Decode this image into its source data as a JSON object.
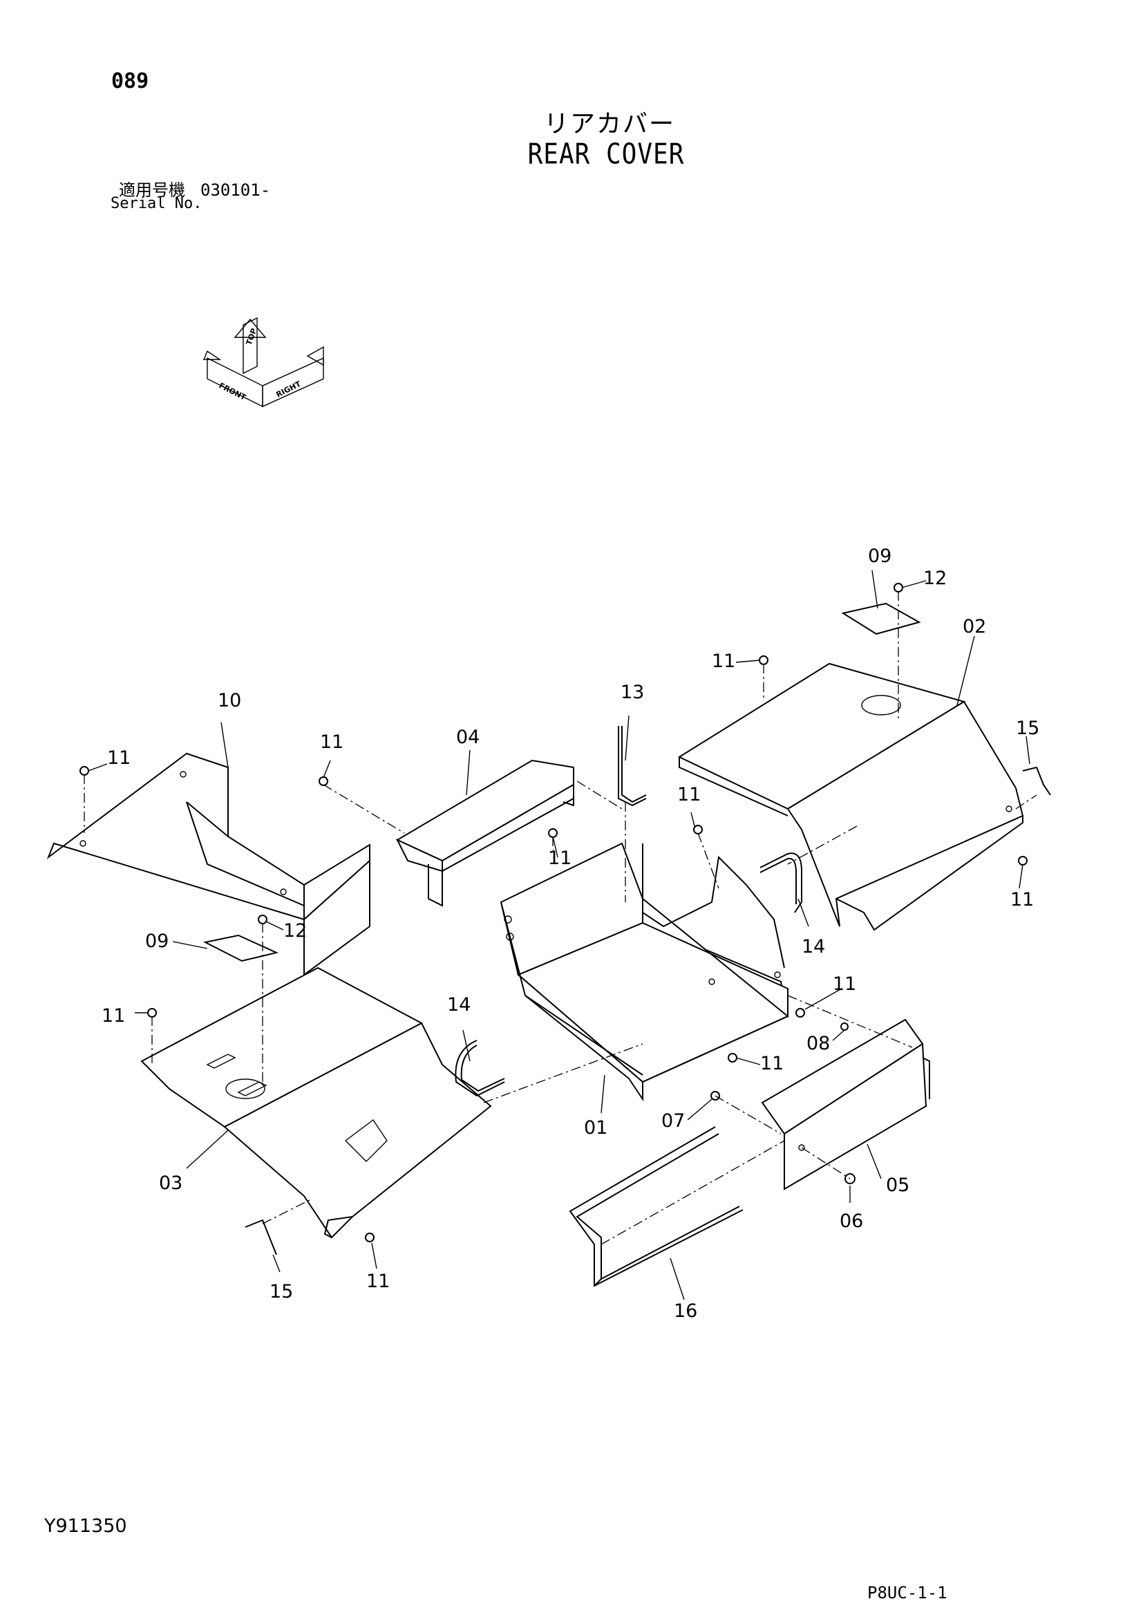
{
  "header": {
    "page_number": "089",
    "title_jp": "リアカバー",
    "title_en": "REAR COVER",
    "serial_label_jp": "適用号機",
    "serial_value": "030101-",
    "serial_label_en": "Serial No."
  },
  "orientation": {
    "top": "TOP",
    "front": "FRONT",
    "right": "RIGHT"
  },
  "callouts": {
    "c01": "01",
    "c02": "02",
    "c03": "03",
    "c04": "04",
    "c05": "05",
    "c06": "06",
    "c07": "07",
    "c08": "08",
    "c09a": "09",
    "c09b": "09",
    "c10": "10",
    "c11a": "11",
    "c11b": "11",
    "c11c": "11",
    "c11d": "11",
    "c11e": "11",
    "c11f": "11",
    "c11g": "11",
    "c11h": "11",
    "c11i": "11",
    "c11j": "11",
    "c12a": "12",
    "c12b": "12",
    "c13": "13",
    "c14a": "14",
    "c14b": "14",
    "c15a": "15",
    "c15b": "15",
    "c16": "16"
  },
  "footer": {
    "document_id": "Y911350",
    "sheet_id": "P8UC-1-1"
  }
}
